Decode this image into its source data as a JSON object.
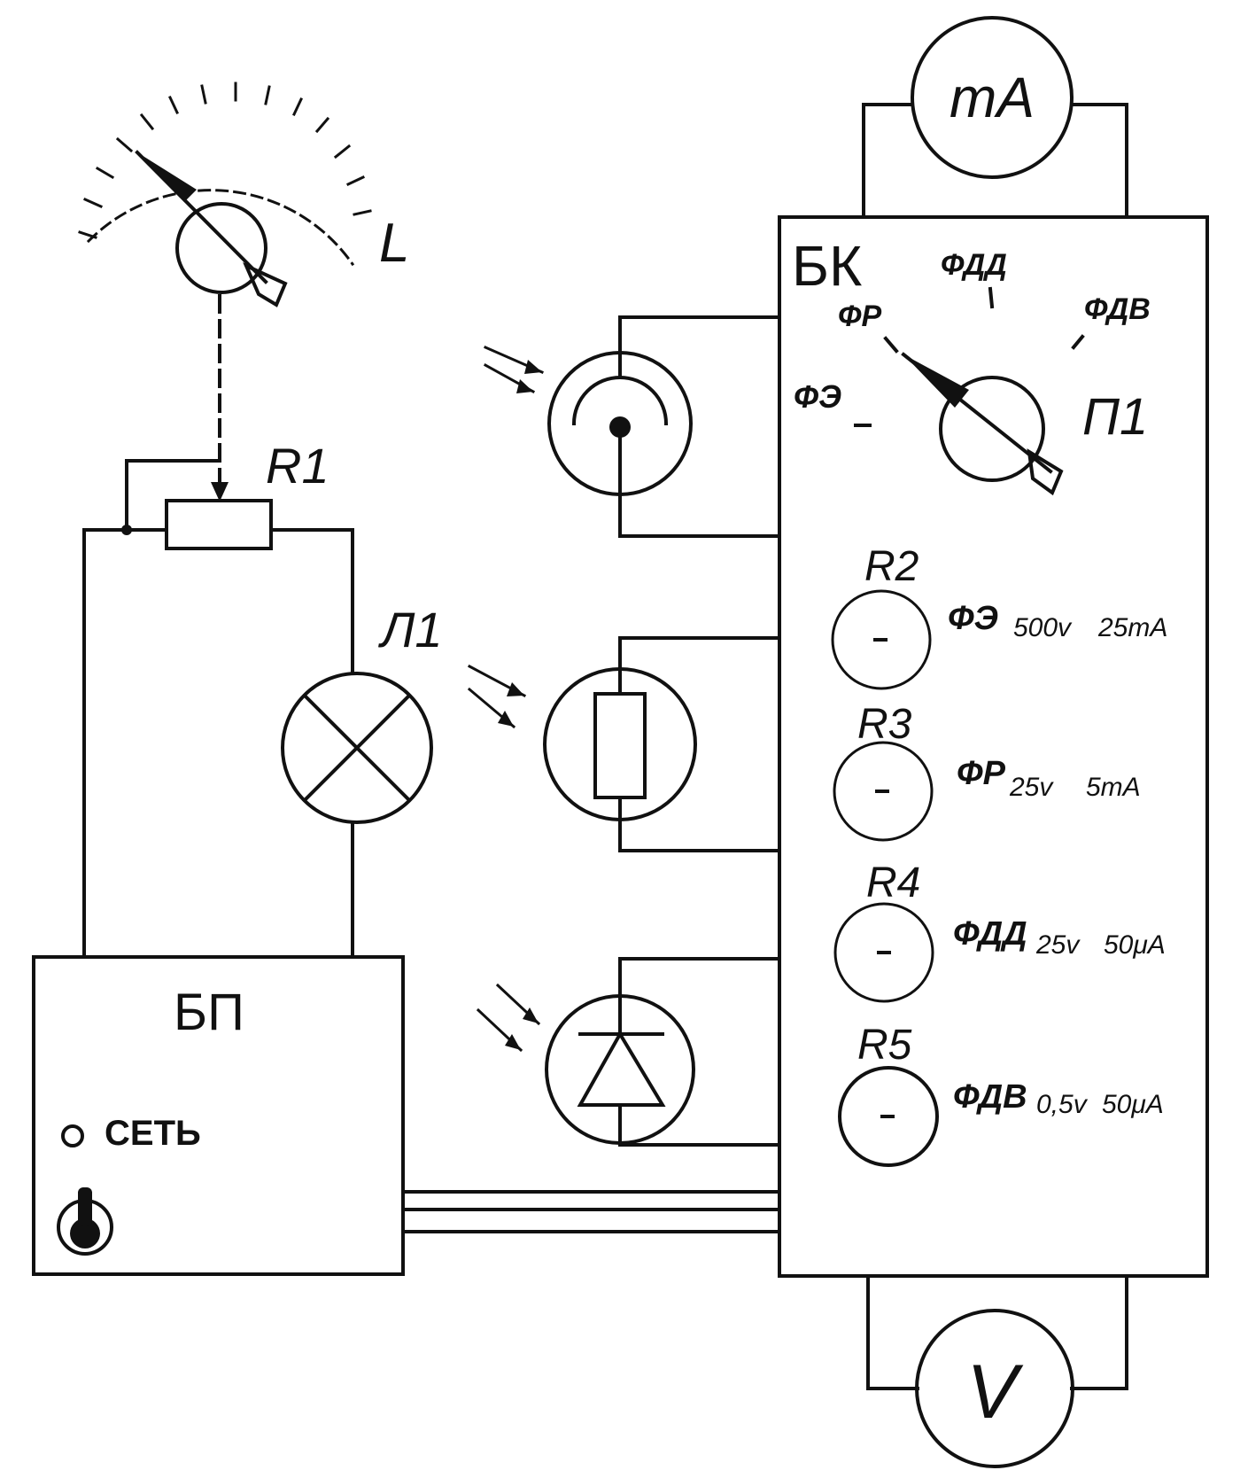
{
  "labels": {
    "inductor_scale": "L",
    "resistor_r1": "R1",
    "lamp_l1": "Л1",
    "power_block": "БП",
    "network_switch": "СЕТЬ",
    "switch_block": "БК",
    "milliammeter": "mA",
    "voltmeter": "V",
    "selector_p1": "П1",
    "pos_fe": "ФЭ",
    "pos_fr": "ФР",
    "pos_fdd": "ФДД",
    "pos_fdv": "ФДВ"
  },
  "resistors": [
    {
      "name": "R2",
      "device": "ФЭ",
      "voltage": "500v",
      "current": "25mA"
    },
    {
      "name": "R3",
      "device": "ФР",
      "voltage": "25v",
      "current": "5mA"
    },
    {
      "name": "R4",
      "device": "ФДД",
      "voltage": "25v",
      "current": "50μA"
    },
    {
      "name": "R5",
      "device": "ФДВ",
      "voltage": "0,5v",
      "current": "50μA"
    }
  ],
  "colors": {
    "ink": "#111111",
    "paper": "#ffffff"
  }
}
